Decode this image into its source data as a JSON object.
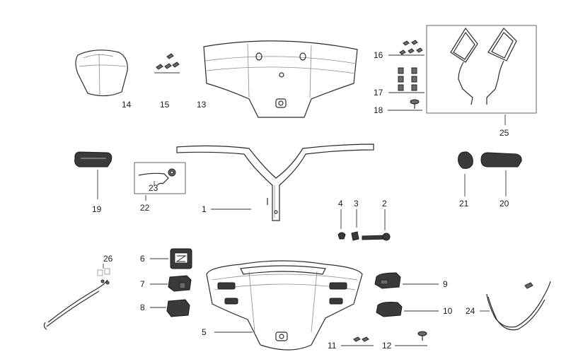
{
  "labels": {
    "p1": "1",
    "p2": "2",
    "p3": "3",
    "p4": "4",
    "p5": "5",
    "p6": "6",
    "p7": "7",
    "p8": "8",
    "p9": "9",
    "p10": "10",
    "p11": "11",
    "p12": "12",
    "p13": "13",
    "p14": "14",
    "p15": "15",
    "p16": "16",
    "p17": "17",
    "p18": "18",
    "p19": "19",
    "p20": "20",
    "p21": "21",
    "p22": "22",
    "p23": "23",
    "p24": "24",
    "p25": "25",
    "p26": "26"
  }
}
